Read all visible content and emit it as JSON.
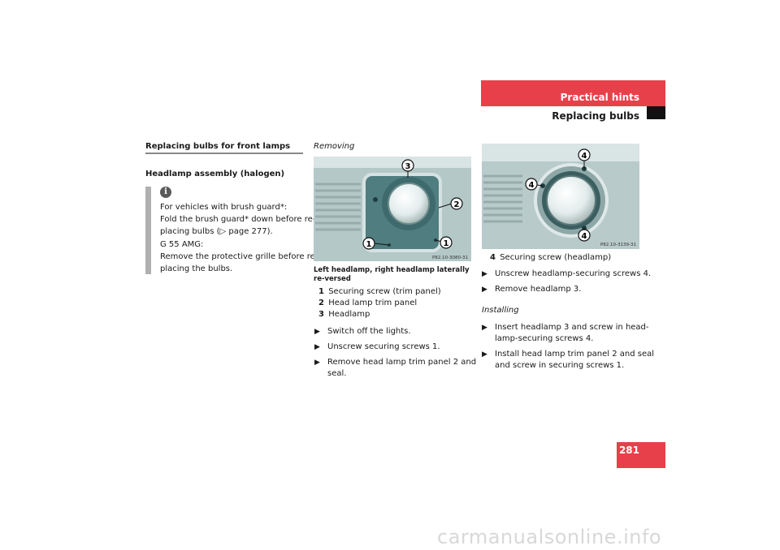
{
  "header": {
    "title": "Practical hints",
    "subtitle": "Replacing bulbs",
    "page_number": "281"
  },
  "left": {
    "section_title": "Replacing bulbs for front lamps",
    "subsection_title": "Headlamp assembly (halogen)",
    "info_icon": "i",
    "info_lines": [
      "For vehicles with brush guard*:",
      "Fold the brush guard* down before re-",
      "placing bulbs (▷ page 277).",
      "G 55 AMG:",
      "Remove the protective grille before re-",
      "placing the bulbs."
    ]
  },
  "middle": {
    "heading": "Removing",
    "figure_code": "P82.10-3080-31",
    "figure_callouts": [
      "3",
      "2",
      "1",
      "1"
    ],
    "caption": "Left headlamp, right headlamp laterally re-versed",
    "legend": [
      {
        "num": "1",
        "text": "Securing screw (trim panel)"
      },
      {
        "num": "2",
        "text": "Head lamp trim panel"
      },
      {
        "num": "3",
        "text": "Headlamp"
      }
    ],
    "steps": [
      {
        "bullet": "▶",
        "lines": [
          "Switch off the lights."
        ]
      },
      {
        "bullet": "▶",
        "lines": [
          "Unscrew securing screws 1."
        ]
      },
      {
        "bullet": "▶",
        "lines": [
          "Remove head lamp trim panel 2 and",
          "seal."
        ]
      }
    ]
  },
  "right": {
    "figure_code": "P82.10-3139-31",
    "figure_callouts": [
      "4",
      "4",
      "4"
    ],
    "legend": [
      {
        "num": "4",
        "text": "Securing screw (headlamp)"
      }
    ],
    "steps": [
      {
        "bullet": "▶",
        "lines": [
          "Unscrew headlamp-securing screws 4."
        ]
      },
      {
        "bullet": "▶",
        "lines": [
          "Remove headlamp 3."
        ]
      }
    ],
    "installing_heading": "Installing",
    "install_steps": [
      {
        "bullet": "▶",
        "lines": [
          "Insert headlamp 3 and screw in head-",
          "lamp-securing screws 4."
        ]
      },
      {
        "bullet": "▶",
        "lines": [
          "Install head lamp trim panel 2 and seal",
          "and screw in securing screws 1."
        ]
      }
    ]
  },
  "watermark": "carmanualsonline.info"
}
